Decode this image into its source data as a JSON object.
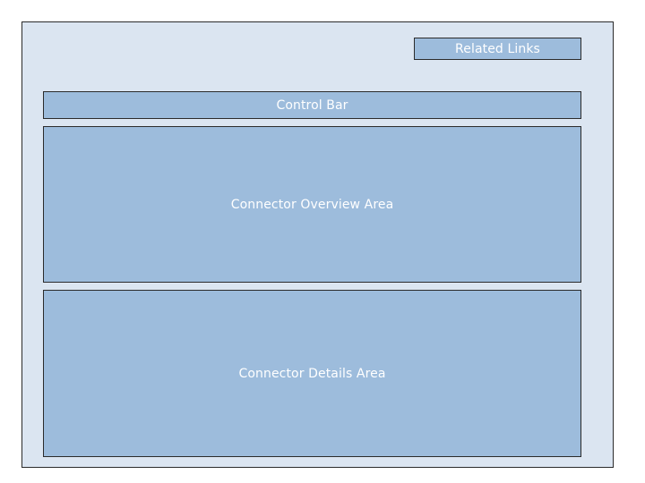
{
  "layout": {
    "related_links": "Related Links",
    "control_bar": "Control Bar",
    "overview_area": "Connector Overview Area",
    "details_area": "Connector Details Area"
  },
  "colors": {
    "frame_fill": "#dbe5f1",
    "box_fill": "#9dbcdc",
    "border": "#2b2b2b",
    "label": "#ffffff"
  }
}
